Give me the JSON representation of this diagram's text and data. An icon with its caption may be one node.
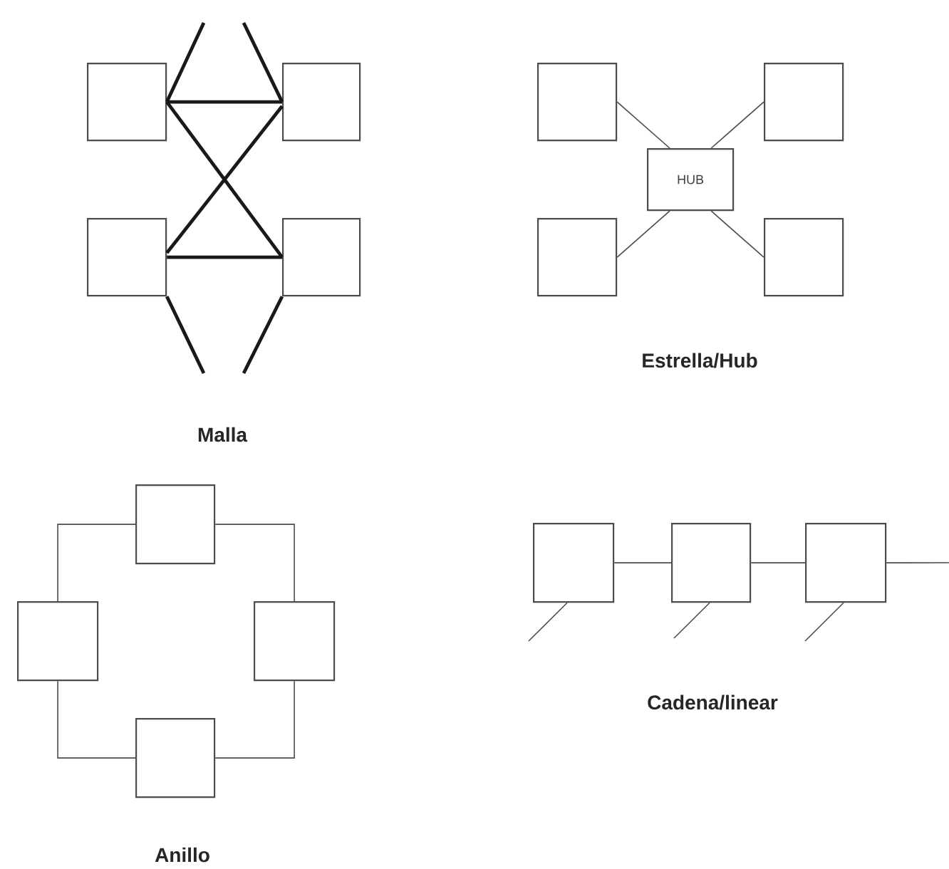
{
  "diagram": {
    "nodes": [
      {
        "text": [],
        "shape": "box"
      },
      {
        "text": [],
        "shape": "box"
      },
      {
        "text": [],
        "shape": "box"
      },
      {
        "text": [],
        "shape": "box"
      },
      {
        "text": [],
        "shape": "box"
      },
      {
        "text": [],
        "shape": "box"
      },
      {
        "text": [
          "HUB"
        ]
      },
      {
        "text": [],
        "shape": "box"
      },
      {
        "text": [],
        "shape": "box"
      },
      {
        "text": [],
        "shape": "box"
      },
      {
        "text": [],
        "shape": "box"
      },
      {
        "text": [],
        "shape": "box"
      },
      {
        "text": [],
        "shape": "box"
      },
      {
        "text": [],
        "shape": "box"
      },
      {
        "text": [],
        "shape": "box"
      },
      {
        "text": [],
        "shape": "box"
      }
    ],
    "edges": [
      {
        "from": 0,
        "to": 1,
        "arrow": "none",
        "style": "thick"
      },
      {
        "from": 0,
        "to": 3,
        "arrow": "none",
        "style": "thick"
      },
      {
        "from": 2,
        "to": 1,
        "arrow": "none",
        "style": "thick"
      },
      {
        "from": 2,
        "to": 3,
        "arrow": "none",
        "style": "thick"
      },
      {
        "from": 0,
        "to": null,
        "arrow": "none",
        "style": "thick"
      },
      {
        "from": 1,
        "to": null,
        "arrow": "none",
        "style": "thick"
      },
      {
        "from": 2,
        "to": null,
        "arrow": "none",
        "style": "thick"
      },
      {
        "from": 3,
        "to": null,
        "arrow": "none",
        "style": "thick"
      },
      {
        "from": 4,
        "to": 6,
        "arrow": "none"
      },
      {
        "from": 5,
        "to": 6,
        "arrow": "none"
      },
      {
        "from": 6,
        "to": 7,
        "arrow": "none"
      },
      {
        "from": 6,
        "to": 8,
        "arrow": "none"
      },
      {
        "from": 9,
        "to": 10,
        "arrow": "none"
      },
      {
        "from": 9,
        "to": 11,
        "arrow": "none"
      },
      {
        "from": 10,
        "to": 12,
        "arrow": "none"
      },
      {
        "from": 11,
        "to": 12,
        "arrow": "none"
      },
      {
        "from": 13,
        "to": 14,
        "arrow": "none"
      },
      {
        "from": 14,
        "to": 15,
        "arrow": "none"
      },
      {
        "from": 15,
        "to": null,
        "arrow": "none"
      },
      {
        "from": 13,
        "to": null,
        "arrow": "none"
      },
      {
        "from": 14,
        "to": null,
        "arrow": "none"
      },
      {
        "from": 15,
        "to": null,
        "arrow": "none"
      }
    ],
    "labels": [
      "Malla",
      "Estrella/Hub",
      "Anillo",
      "Cadena/linear"
    ]
  }
}
